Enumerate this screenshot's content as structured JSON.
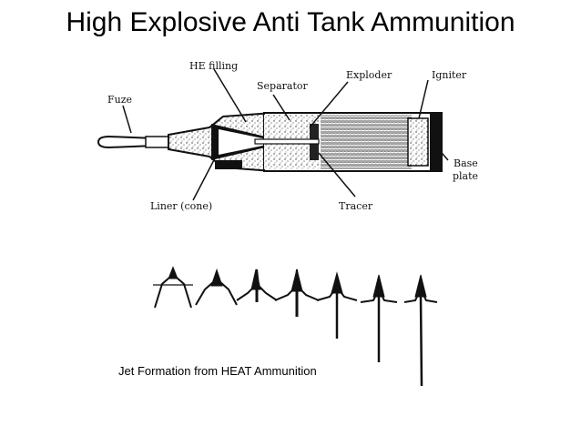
{
  "title": "High Explosive Anti Tank Ammunition",
  "caption": "Jet Formation from HEAT Ammunition",
  "diagram": {
    "labels": {
      "fuze": "Fuze",
      "he_filling": "HE filling",
      "separator": "Separator",
      "exploder": "Exploder",
      "igniter": "Igniter",
      "base_plate_line1": "Base",
      "base_plate_line2": "plate",
      "liner": "Liner (cone)",
      "tracer": "Tracer"
    }
  }
}
